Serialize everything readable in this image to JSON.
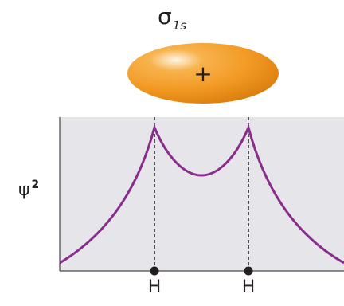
{
  "orbital": {
    "symbol": "σ",
    "subscript": "1s",
    "sign": "+",
    "fill_color": "#f39a25",
    "highlight_color": "#fff6e6"
  },
  "plot": {
    "y_label_base": "ψ",
    "y_label_power": "2",
    "background_color": "#e6e6ea",
    "curve_color": "#8a2b8e",
    "nuclei_labels": [
      "H",
      "H"
    ]
  }
}
